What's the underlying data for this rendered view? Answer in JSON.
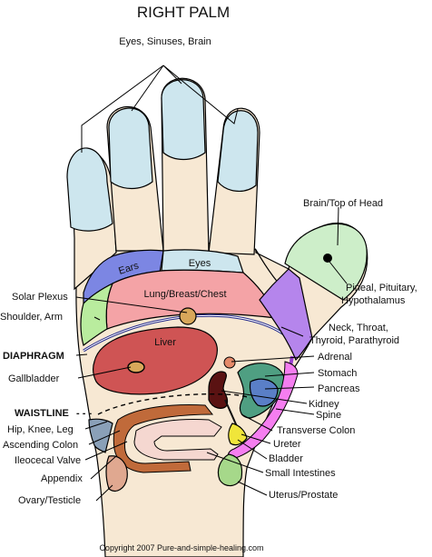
{
  "title": "RIGHT PALM",
  "copyright": "Copyright  2007  Pure-and-simple-healing.com",
  "labels": {
    "eyes_sinuses_brain": "Eyes, Sinuses, Brain",
    "brain_top": "Brain/Top of Head",
    "pineal_1": "Pineal, Pituitary,",
    "pineal_2": "Hypothalamus",
    "ears": "Ears",
    "eyes": "Eyes",
    "lung": "Lung/Breast/Chest",
    "solar_plexus": "Solar Plexus",
    "shoulder_arm": "Shoulder, Arm",
    "neck_1": "Neck, Throat,",
    "neck_2": "Thyroid, Parathyroid",
    "diaphragm": "DIAPHRAGM",
    "liver": "Liver",
    "adrenal": "Adrenal",
    "gallbladder": "Gallbladder",
    "stomach": "Stomach",
    "pancreas": "Pancreas",
    "kidney": "Kidney",
    "waistline": "WAISTLINE",
    "spine": "Spine",
    "hip": "Hip, Knee, Leg",
    "transverse": "Transverse Colon",
    "ascending": "Ascending Colon",
    "ureter": "Ureter",
    "ileocecal": "Ileocecal Valve",
    "bladder": "Bladder",
    "small_int": "Small Intestines",
    "appendix": "Appendix",
    "ovary": "Ovary/Testicle",
    "uterus": "Uterus/Prostate"
  },
  "colors": {
    "skin": "#f7e8d3",
    "finger_tip": "#cde6ee",
    "thumb_tip": "#cdeec9",
    "ears": "#7c86e3",
    "eyes": "#cde6ee",
    "lung": "#f4a3a6",
    "solar_plexus": "#d8a75a",
    "shoulder": "#b9ec9e",
    "neck": "#b585ec",
    "diaphragm": "#23298a",
    "liver": "#cf5454",
    "adrenal": "#e58a6a",
    "stomach": "#4f9f82",
    "pancreas": "#5a7fc7",
    "kidney": "#5a1212",
    "spine_purple": "#9a3fd0",
    "spine_pink": "#f57ef0",
    "colon": "#c06a3a",
    "bladder": "#f0e53a",
    "small_intestine": "#f5d7d0",
    "appendix": "#8aa0b8",
    "ovary": "#e0a890",
    "uterus": "#a6d88a"
  }
}
